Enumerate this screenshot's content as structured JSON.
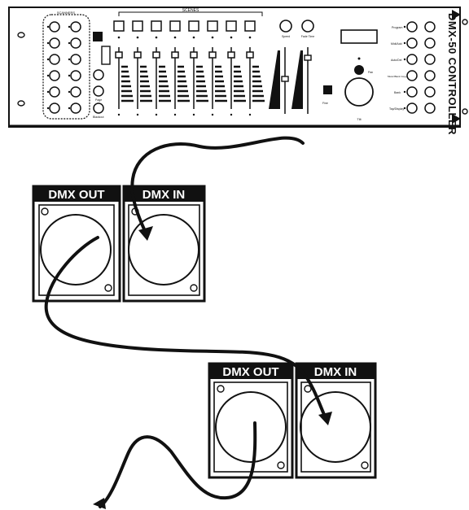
{
  "controller": {
    "brand": "DMX-50 CONTROLLER",
    "scenes_label": "SCENES",
    "scanners_label": "SCANNERS",
    "left_button_labels": [
      "Page",
      "Blackout"
    ],
    "fader_knob_labels": [
      "Speed",
      "Fade Time"
    ],
    "right_button_labels": [
      "Program",
      "Midi/Add",
      "Auto/Del",
      "Music/Bank Copy",
      "Bank",
      "Tap/Display"
    ],
    "jog_label": "Tilt",
    "pan_label": "Pan",
    "fine_label": "Fine"
  },
  "fixture_1": {
    "out_label": "DMX OUT",
    "in_label": "DMX IN"
  },
  "fixture_2": {
    "out_label": "DMX OUT",
    "in_label": "DMX IN"
  },
  "colors": {
    "ink": "#111111",
    "panel": "#ffffff",
    "label_bg": "#111111",
    "label_text": "#ffffff"
  }
}
